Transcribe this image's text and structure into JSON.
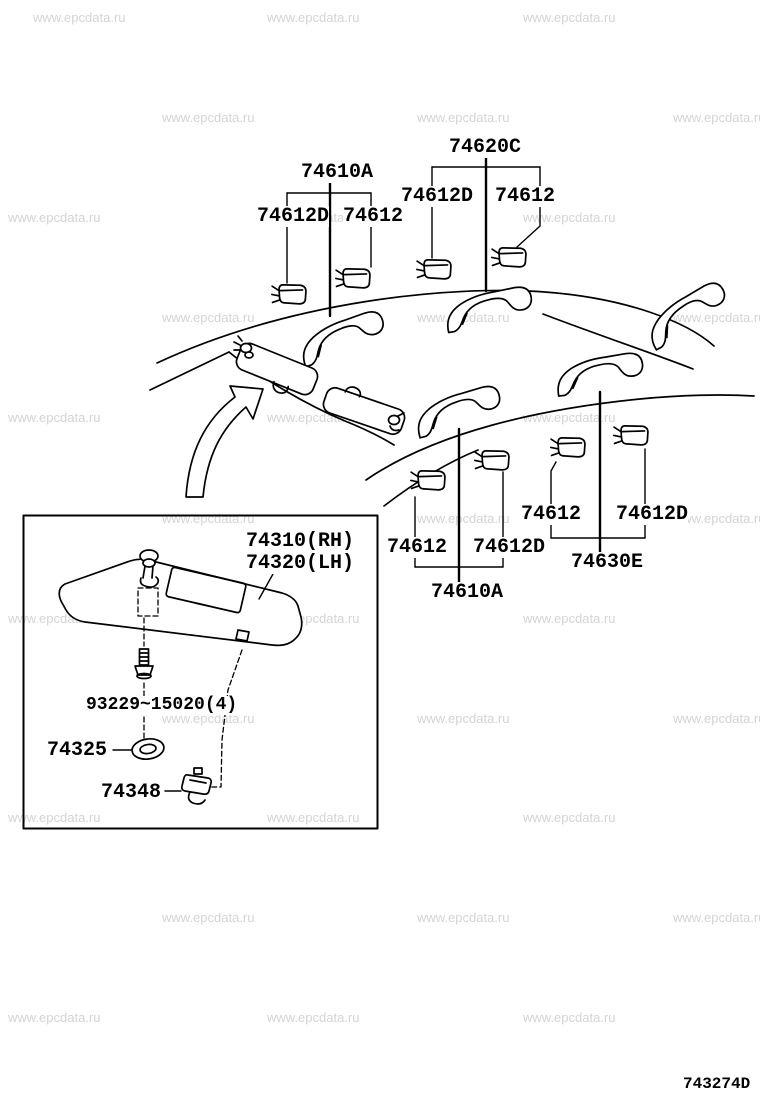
{
  "watermark": {
    "text": "www.epcdata.ru",
    "color": "#d4d4d4"
  },
  "ref_code": "743274D",
  "callouts": {
    "a_grip": "74610A",
    "a_clip_left": "74612D",
    "a_clip_right": "74612",
    "b_grip": "74620C",
    "b_clip_left": "74612D",
    "b_clip_right": "74612",
    "c_grip": "74610A",
    "c_clip_left": "74612",
    "c_clip_right": "74612D",
    "d_grip": "74630E",
    "d_clip_left": "74612",
    "d_clip_right": "74612D",
    "visor_rh": "74310(RH)",
    "visor_lh": "74320(LH)",
    "visor_screw": "93229~15020(4)",
    "visor_grommet": "74325",
    "visor_holder": "74348"
  }
}
